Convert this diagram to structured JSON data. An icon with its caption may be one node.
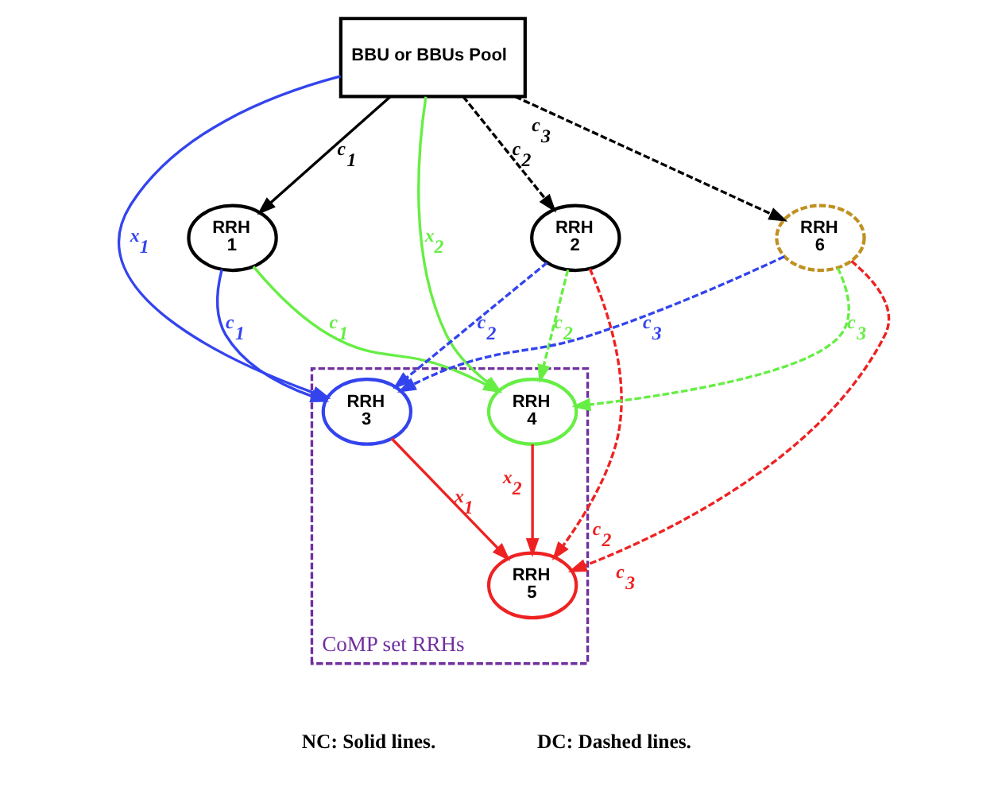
{
  "diagram": {
    "nodes": [
      {
        "text": [
          "BBU or BBUs Pool"
        ]
      },
      {
        "text": [
          "RRH 1"
        ]
      },
      {
        "text": [
          "RRH 2"
        ]
      },
      {
        "text": [
          "RRH 6"
        ]
      },
      {
        "text": [
          "CoMP set RRHs"
        ]
      },
      {
        "text": [
          "RRH 3"
        ],
        "in": 4
      },
      {
        "text": [
          "RRH 4"
        ],
        "in": 4
      },
      {
        "text": [
          "RRH 5"
        ],
        "in": 4
      }
    ],
    "edges": [
      {
        "from": 0,
        "to": 1,
        "arrow": "to",
        "label": "c$_{1}$",
        "color": "#000000"
      },
      {
        "from": 0,
        "to": 2,
        "arrow": "to",
        "label": "c$_{2}$",
        "style": "dashed",
        "color": "#000000"
      },
      {
        "from": 0,
        "to": 3,
        "arrow": "to",
        "label": "c$_{3}$",
        "style": "dashed",
        "color": "#000000"
      },
      {
        "from": 0,
        "to": 5,
        "arrow": "to",
        "label": "x$_{1}$",
        "color": "#3344ee"
      },
      {
        "from": 0,
        "to": 6,
        "arrow": "to",
        "label": "x$_{2}$",
        "color": "#66ee44"
      },
      {
        "from": 1,
        "to": 5,
        "arrow": "to",
        "label": "c$_{1}$",
        "color": "#3344ee"
      },
      {
        "from": 1,
        "to": 6,
        "arrow": "to",
        "label": "c$_{1}$",
        "color": "#66ee44"
      },
      {
        "from": 2,
        "to": 5,
        "arrow": "to",
        "label": "c$_{2}$",
        "style": "dashed",
        "color": "#3344ee"
      },
      {
        "from": 2,
        "to": 6,
        "arrow": "to",
        "label": "c$_{2}$",
        "style": "dashed",
        "color": "#66ee44"
      },
      {
        "from": 2,
        "to": 7,
        "arrow": "to",
        "label": "c$_{2}$",
        "style": "dashed",
        "color": "#ee2222"
      },
      {
        "from": 3,
        "to": 5,
        "arrow": "to",
        "label": "c$_{3}$",
        "style": "dashed",
        "color": "#3344ee"
      },
      {
        "from": 3,
        "to": 6,
        "arrow": "to",
        "label": "c$_{3}$",
        "style": "dashed",
        "color": "#66ee44"
      },
      {
        "from": 3,
        "to": 7,
        "arrow": "to",
        "label": "c$_{3}$",
        "style": "dashed",
        "color": "#ee2222"
      },
      {
        "from": 5,
        "to": 7,
        "arrow": "to",
        "label": "x$_{1}$",
        "color": "#ee2222"
      },
      {
        "from": 6,
        "to": 7,
        "arrow": "to",
        "label": "x$_{2}$",
        "color": "#ee2222"
      }
    ],
    "labels": [
      "NC: Solid lines.",
      "DC: Dashed lines."
    ]
  }
}
